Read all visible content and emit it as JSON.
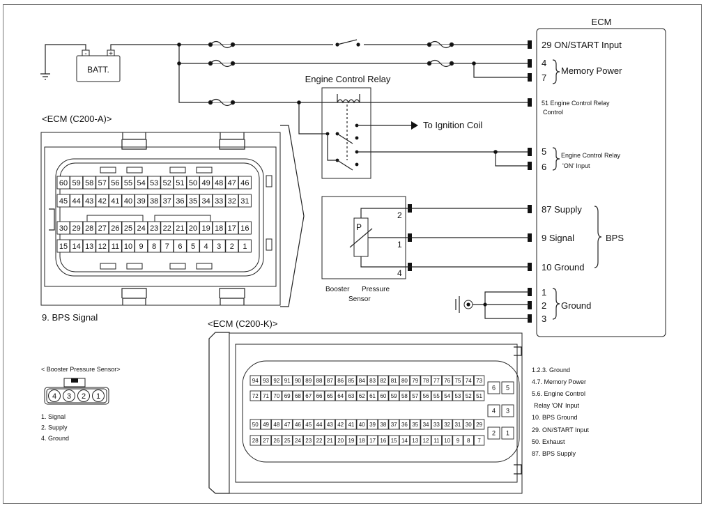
{
  "battery": {
    "label": "BATT.",
    "neg": "-",
    "pos": "+"
  },
  "relay": {
    "title": "Engine Control Relay",
    "coil_output": "To Ignition Coil"
  },
  "ecm": {
    "title": "ECM",
    "pins": {
      "p29": "29 ON/START Input",
      "p4": "4",
      "p7": "7",
      "memory_power": "Memory Power",
      "p51a": "51 Engine Control Relay",
      "p51b": "Control",
      "p5": "5",
      "p6": "6",
      "relay_on_a": "Engine Control Relay",
      "relay_on_b": "'ON' Input",
      "p87": "87 Supply",
      "p9": "9 Signal",
      "p10": "10 Ground",
      "bps": "BPS",
      "g1": "1",
      "g2": "2",
      "g3": "3",
      "ground": "Ground"
    }
  },
  "sensor": {
    "p": "P",
    "pin2": "2",
    "pin1": "1",
    "pin4": "4",
    "name_a": "Booster",
    "name_b": "Pressure",
    "name_c": "Sensor"
  },
  "conn_a": {
    "title": "<ECM (C200-A)>",
    "caption": "9. BPS Signal",
    "row1": [
      "60",
      "59",
      "58",
      "57",
      "56",
      "55",
      "54",
      "53",
      "52",
      "51",
      "50",
      "49",
      "48",
      "47",
      "46"
    ],
    "row2": [
      "45",
      "44",
      "43",
      "42",
      "41",
      "40",
      "39",
      "38",
      "37",
      "36",
      "35",
      "34",
      "33",
      "32",
      "31"
    ],
    "row3": [
      "30",
      "29",
      "28",
      "27",
      "26",
      "25",
      "24",
      "23",
      "22",
      "21",
      "20",
      "19",
      "18",
      "17",
      "16"
    ],
    "row4": [
      "15",
      "14",
      "13",
      "12",
      "11",
      "10",
      "9",
      "8",
      "7",
      "6",
      "5",
      "4",
      "3",
      "2",
      "1"
    ]
  },
  "conn_k": {
    "title": "<ECM (C200-K)>",
    "row1": [
      "94",
      "93",
      "92",
      "91",
      "90",
      "89",
      "88",
      "87",
      "86",
      "85",
      "84",
      "83",
      "82",
      "81",
      "80",
      "79",
      "78",
      "77",
      "76",
      "75",
      "74",
      "73"
    ],
    "row2": [
      "72",
      "71",
      "70",
      "69",
      "68",
      "67",
      "66",
      "65",
      "64",
      "63",
      "62",
      "61",
      "60",
      "59",
      "58",
      "57",
      "56",
      "55",
      "54",
      "53",
      "52",
      "51"
    ],
    "row3": [
      "50",
      "49",
      "48",
      "47",
      "46",
      "45",
      "44",
      "43",
      "42",
      "41",
      "40",
      "39",
      "38",
      "37",
      "36",
      "35",
      "34",
      "33",
      "32",
      "31",
      "30",
      "29"
    ],
    "row4": [
      "28",
      "27",
      "26",
      "25",
      "24",
      "23",
      "22",
      "21",
      "20",
      "19",
      "18",
      "17",
      "16",
      "15",
      "14",
      "13",
      "12",
      "11",
      "10",
      "9",
      "8",
      "7"
    ],
    "side": [
      "6",
      "5",
      "4",
      "3",
      "2",
      "1"
    ],
    "legend": [
      "1.2.3. Ground",
      "4.7.    Memory Power",
      "5.6. Engine Control",
      "Relay 'ON' Input",
      "10. BPS Ground",
      "29. ON/START Input",
      "50. Exhaust",
      "87. BPS Supply"
    ]
  },
  "bps_conn": {
    "title": "< Booster Pressure Sensor>",
    "pins": [
      "4",
      "3",
      "2",
      "1"
    ],
    "legend": [
      "1.   Signal",
      "2. Supply",
      "4. Ground"
    ]
  }
}
